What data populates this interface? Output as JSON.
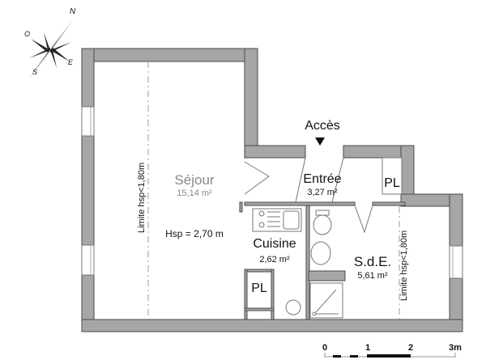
{
  "compass": {
    "north": "N",
    "east": "E",
    "south": "S",
    "west": "O"
  },
  "access": {
    "label": "Accès"
  },
  "rooms": [
    {
      "name": "Séjour",
      "area": "15,14 m²"
    },
    {
      "name": "Entrée",
      "area": "3,27 m²"
    },
    {
      "name": "Cuisine",
      "area": "2,62 m²"
    },
    {
      "name": "S.d.E.",
      "area": "5,61 m²"
    }
  ],
  "closets": [
    {
      "label": "PL"
    },
    {
      "label": "PL"
    }
  ],
  "annotations": {
    "sejour_height": "Hsp = 2,70 m",
    "sejour_limit": "Limite hsp<1,80m",
    "sde_limit": "Limite hsp<1,80m"
  },
  "scale": {
    "ticks": [
      "0",
      "1",
      "2",
      "3m"
    ]
  },
  "colors": {
    "wall": "#a6a6a6",
    "wall_stroke": "#4a4a4a",
    "text": "#111111"
  }
}
